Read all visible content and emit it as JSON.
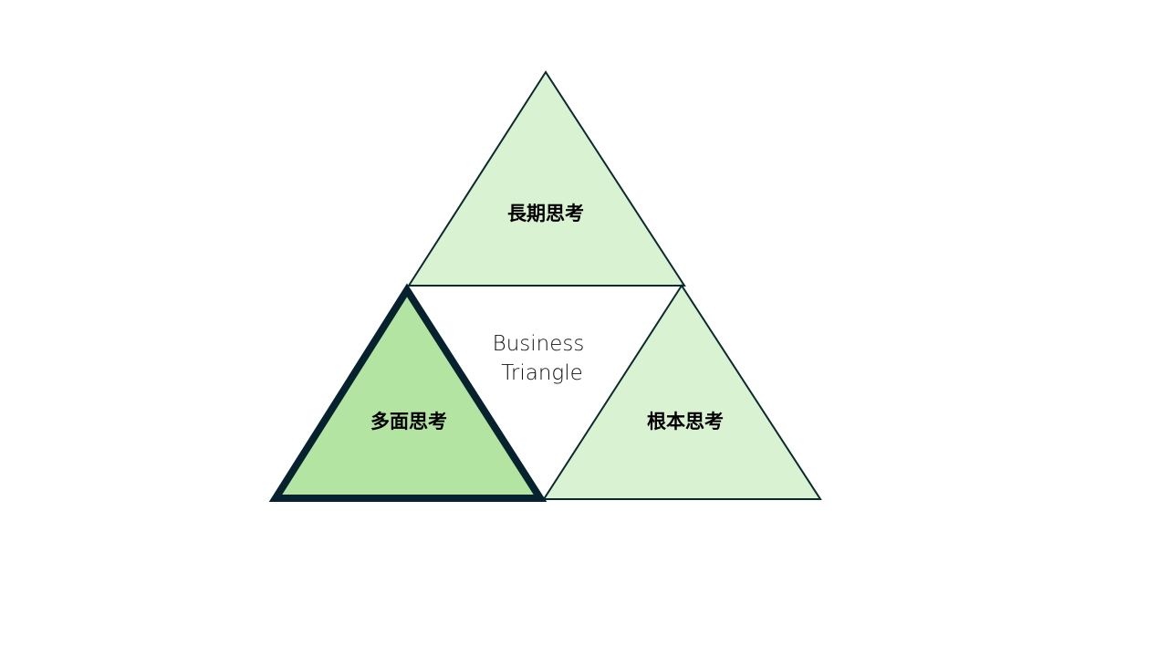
{
  "diagram": {
    "center_label": [
      "Business",
      "Triangle"
    ],
    "triangles": [
      {
        "id": "top",
        "label": "長期思考",
        "fill": "#d8f2d2",
        "stroke": "#0b2a30",
        "highlighted": false
      },
      {
        "id": "left",
        "label": "多面思考",
        "fill": "#b4e4a2",
        "stroke": "#06222f",
        "highlighted": true
      },
      {
        "id": "right",
        "label": "根本思考",
        "fill": "#d8f2d2",
        "stroke": "#0b2a30",
        "highlighted": false
      }
    ]
  }
}
